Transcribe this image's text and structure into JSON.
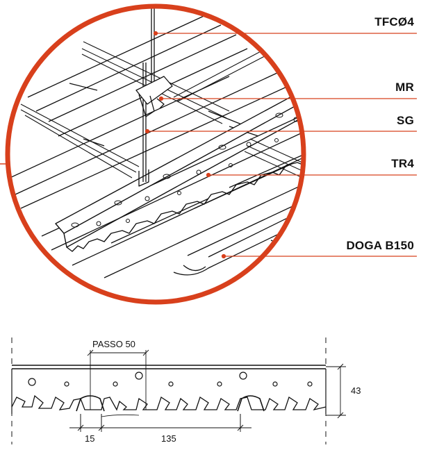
{
  "accent_color": "#d8401c",
  "callouts": [
    {
      "id": "tfc",
      "label": "TFCØ4"
    },
    {
      "id": "mr",
      "label": "MR"
    },
    {
      "id": "sg",
      "label": "SG"
    },
    {
      "id": "tr4",
      "label": "TR4"
    },
    {
      "id": "doga",
      "label": "DOGA B150"
    }
  ],
  "section": {
    "pitch_label": "PASSO 50",
    "height_label": "43",
    "gap_label": "15",
    "width_label": "135"
  }
}
